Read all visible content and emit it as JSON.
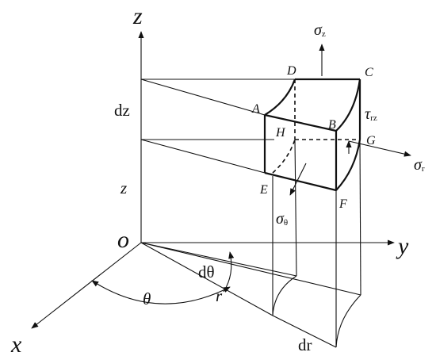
{
  "axes": {
    "x": "x",
    "y": "y",
    "z": "z",
    "origin": "o"
  },
  "dimensions": {
    "dz": "dz",
    "z": "z",
    "dtheta": "dθ",
    "theta": "θ",
    "r": "r",
    "dr": "dr"
  },
  "points": {
    "A": "A",
    "B": "B",
    "C": "C",
    "D": "D",
    "E": "E",
    "F": "F",
    "G": "G",
    "H": "H"
  },
  "stresses": {
    "sigma_z": {
      "symbol": "σ",
      "sub": "z"
    },
    "sigma_r": {
      "symbol": "σ",
      "sub": "r"
    },
    "sigma_theta": {
      "symbol": "σ",
      "sub": "θ"
    },
    "tau_rz": {
      "symbol": "τ",
      "sub": "rz"
    }
  }
}
